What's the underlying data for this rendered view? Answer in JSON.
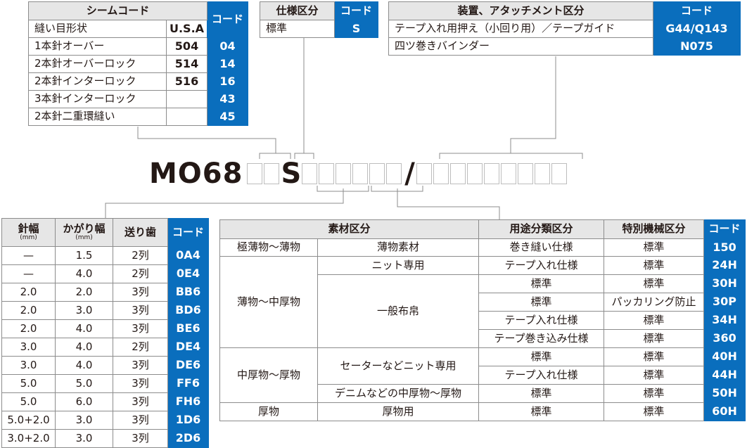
{
  "seam": {
    "header": "シームコード",
    "code_header": "コード",
    "col_shape": "縫い目形状",
    "col_usa": "U.S.A",
    "rows": [
      {
        "name": "1本針オーバー",
        "usa": "504",
        "code": "04"
      },
      {
        "name": "2本針オーバーロック",
        "usa": "514",
        "code": "14"
      },
      {
        "name": "2本針インターロック",
        "usa": "516",
        "code": "16"
      },
      {
        "name": "3本針インターロック",
        "usa": "",
        "code": "43"
      },
      {
        "name": "2本針二重環縫い",
        "usa": "",
        "code": "45"
      }
    ]
  },
  "spec": {
    "header": "仕様区分",
    "code_header": "コード",
    "rows": [
      {
        "name": "標準",
        "code": "S"
      }
    ]
  },
  "device": {
    "header": "装置、アタッチメント区分",
    "code_header": "コード",
    "rows": [
      {
        "name": "テープ入れ用押え（小回り用）／テープガイド",
        "code": "G44/Q143"
      },
      {
        "name": "四ツ巻きバインダー",
        "code": "N075"
      }
    ]
  },
  "model": {
    "prefix": "MO68",
    "spec_letter": "S",
    "slash": "/"
  },
  "needle": {
    "h_needle": "針幅",
    "h_overedge": "かがり幅",
    "h_unit": "(mm)",
    "h_feed": "送り歯",
    "code_header": "コード",
    "rows": [
      {
        "needle": "—",
        "overedge": "1.5",
        "feed": "2列",
        "code": "0A4"
      },
      {
        "needle": "—",
        "overedge": "4.0",
        "feed": "2列",
        "code": "0E4"
      },
      {
        "needle": "2.0",
        "overedge": "2.0",
        "feed": "3列",
        "code": "BB6"
      },
      {
        "needle": "2.0",
        "overedge": "3.0",
        "feed": "3列",
        "code": "BD6"
      },
      {
        "needle": "2.0",
        "overedge": "4.0",
        "feed": "3列",
        "code": "BE6"
      },
      {
        "needle": "3.0",
        "overedge": "4.0",
        "feed": "2列",
        "code": "DE4"
      },
      {
        "needle": "3.0",
        "overedge": "4.0",
        "feed": "3列",
        "code": "DE6"
      },
      {
        "needle": "5.0",
        "overedge": "5.0",
        "feed": "3列",
        "code": "FF6"
      },
      {
        "needle": "5.0",
        "overedge": "6.0",
        "feed": "3列",
        "code": "FH6"
      },
      {
        "needle": "5.0+2.0",
        "overedge": "3.0",
        "feed": "3列",
        "code": "1D6"
      },
      {
        "needle": "3.0+2.0",
        "overedge": "3.0",
        "feed": "3列",
        "code": "2D6"
      }
    ]
  },
  "material": {
    "h_material": "素材区分",
    "h_usage": "用途分類区分",
    "h_special": "特別機械区分",
    "code_header": "コード",
    "groups": {
      "g1": "極薄物～薄物",
      "g2": "薄物～中厚物",
      "g3": "中厚物～厚物",
      "g4": "厚物"
    },
    "materials": {
      "m1": "薄物素材",
      "m2": "ニット専用",
      "m3": "一般布帛",
      "m4": "セーターなどニット専用",
      "m5": "デニムなどの中厚物～厚物",
      "m6": "厚物用"
    },
    "rows": [
      {
        "usage": "巻き縫い仕様",
        "special": "標準",
        "code": "150"
      },
      {
        "usage": "テープ入れ仕様",
        "special": "標準",
        "code": "24H"
      },
      {
        "usage": "標準",
        "special": "標準",
        "code": "30H"
      },
      {
        "usage": "標準",
        "special": "パッカリング防止",
        "code": "30P"
      },
      {
        "usage": "テープ入れ仕様",
        "special": "標準",
        "code": "34H"
      },
      {
        "usage": "テープ巻き込み仕様",
        "special": "標準",
        "code": "360"
      },
      {
        "usage": "標準",
        "special": "標準",
        "code": "40H"
      },
      {
        "usage": "テープ入れ仕様",
        "special": "標準",
        "code": "44H"
      },
      {
        "usage": "標準",
        "special": "標準",
        "code": "50H"
      },
      {
        "usage": "標準",
        "special": "標準",
        "code": "60H"
      }
    ]
  }
}
